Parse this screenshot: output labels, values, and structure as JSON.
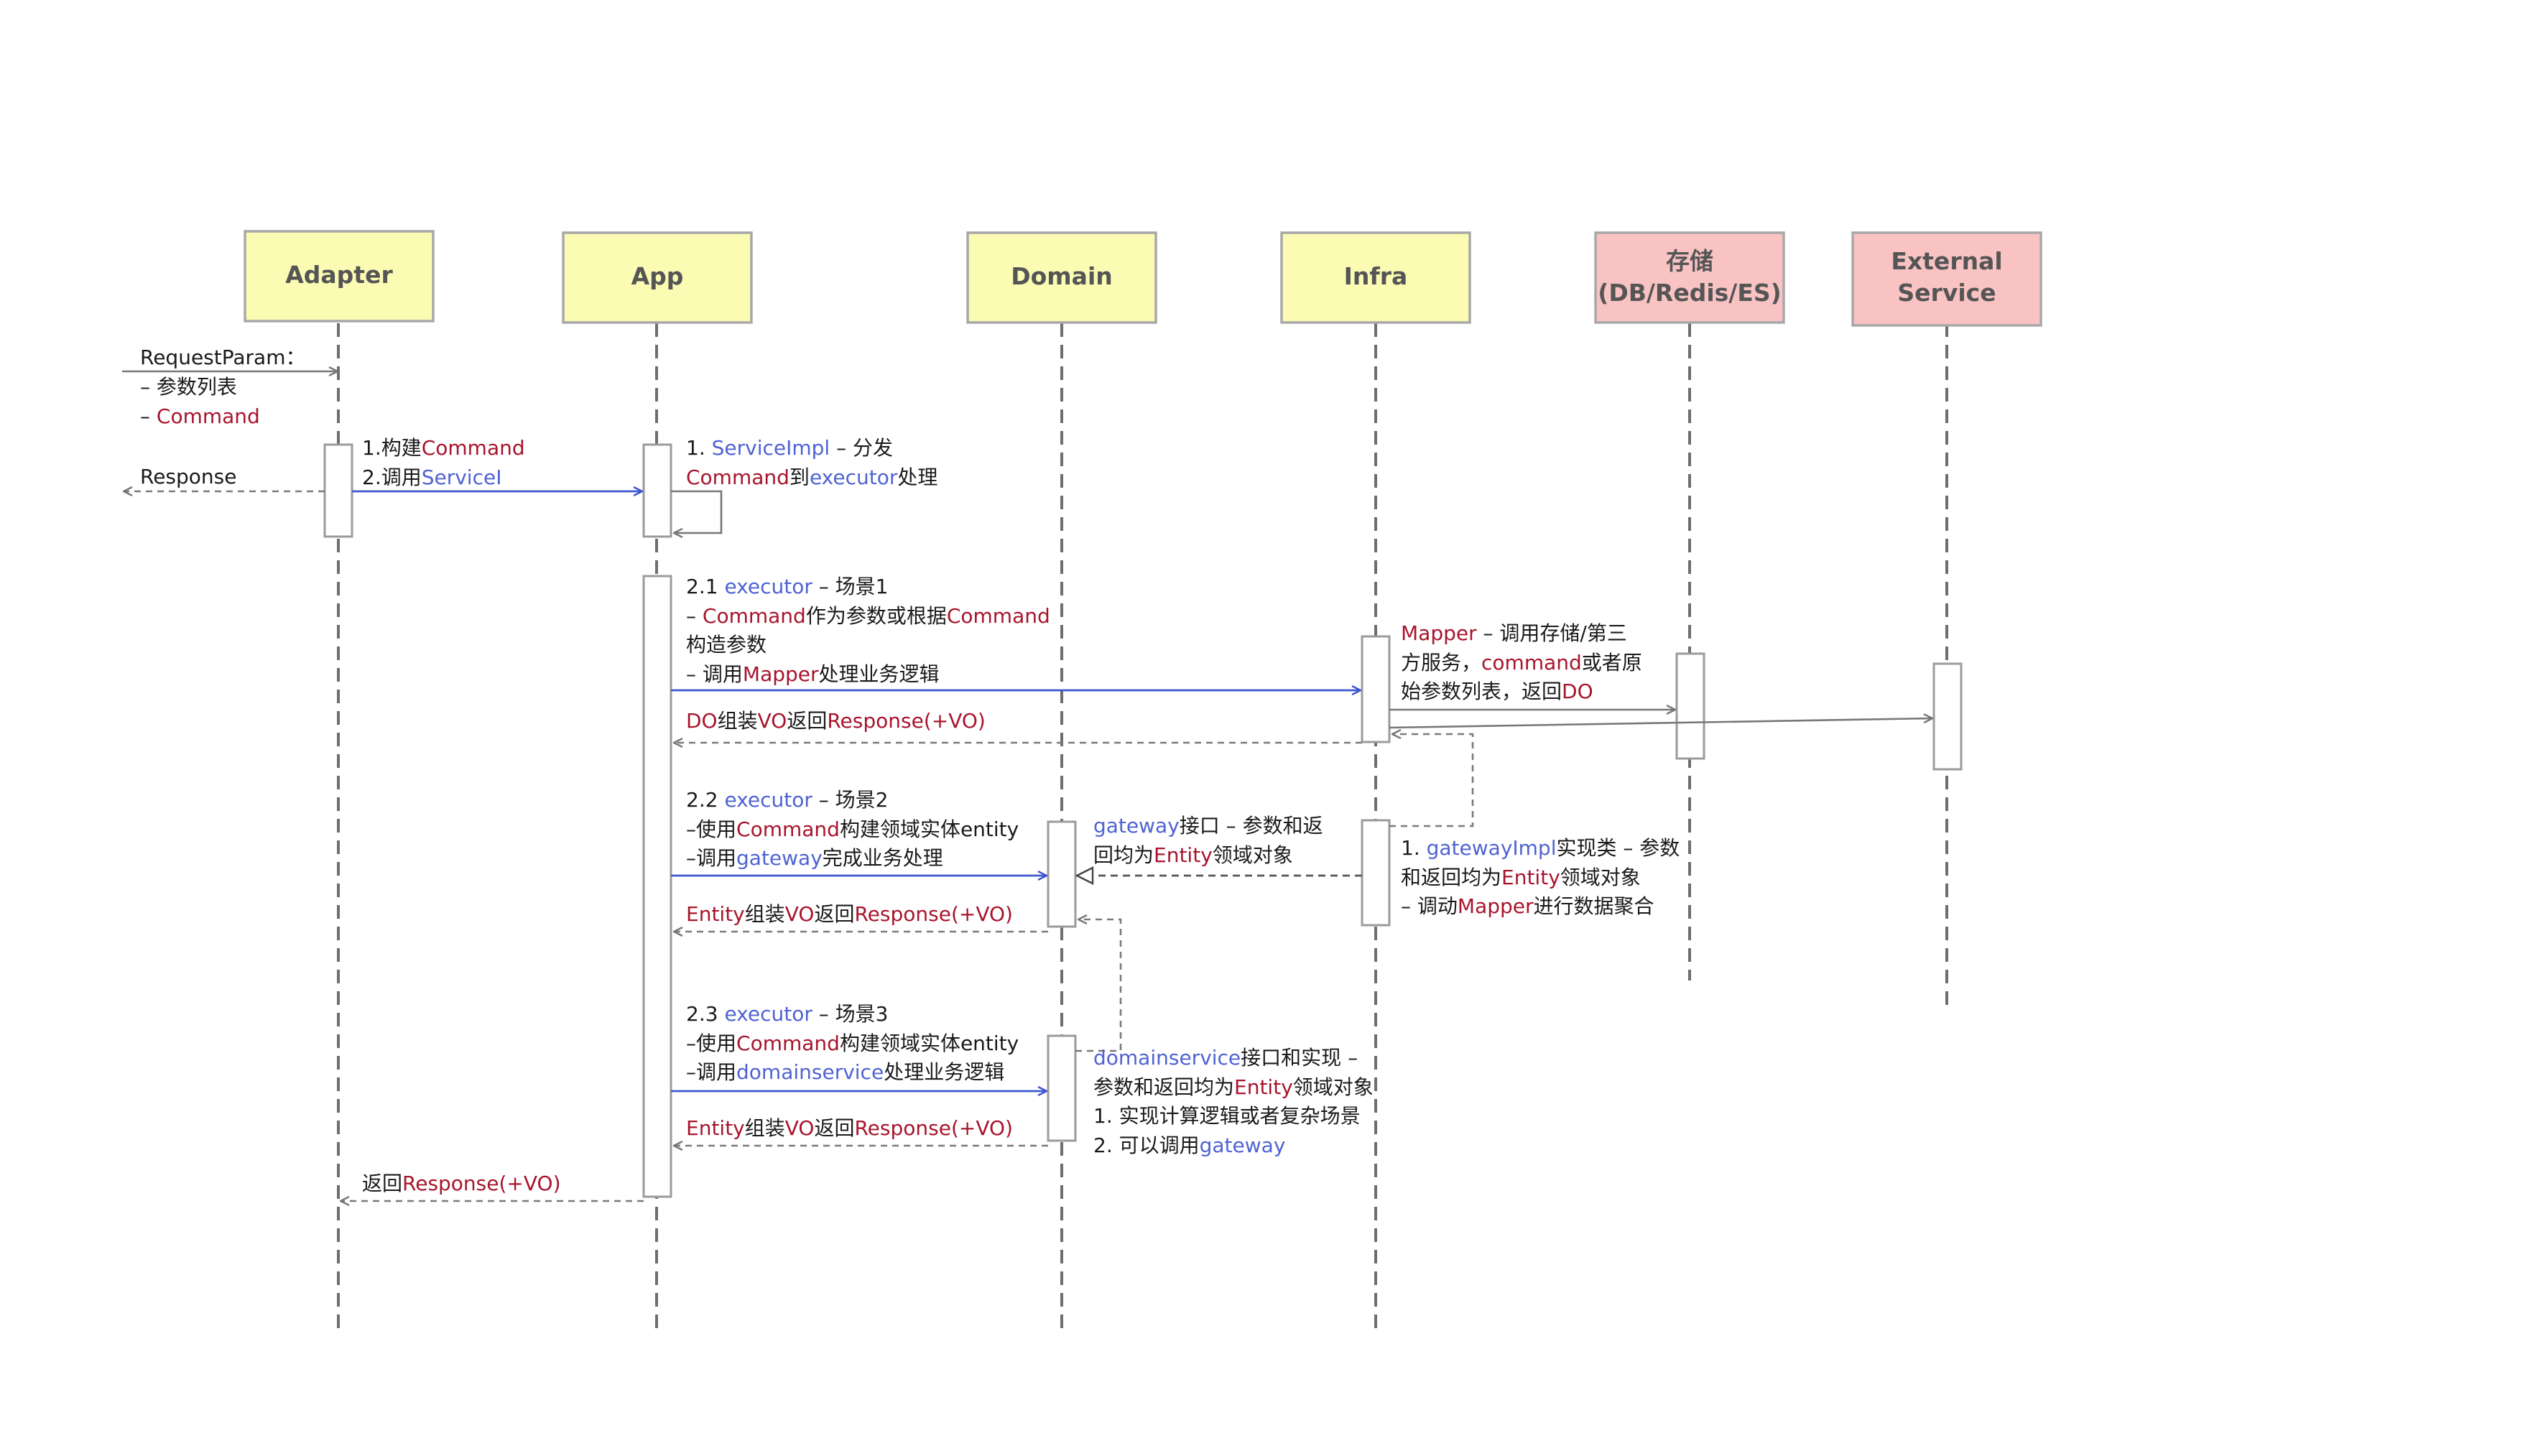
{
  "actors": {
    "adapter": "Adapter",
    "app": "App",
    "domain": "Domain",
    "infra": "Infra",
    "storage_line1": "存储",
    "storage_line2": "(DB/Redis/ES)",
    "external_line1": "External",
    "external_line2": "Service"
  },
  "messages": {
    "request": {
      "line1": "RequestParam：",
      "line2": "– 参数列表",
      "line3_prefix": "– ",
      "line3_term": "Command"
    },
    "response": "Response",
    "adapter_to_app": {
      "line1_prefix": "1.构建",
      "line1_term": "Command",
      "line2_prefix": "2.调用",
      "line2_term": "ServiceI"
    },
    "app_self": {
      "line1_prefix": "1. ",
      "line1_term": "ServiceImpl",
      "line1_suffix": " – 分发",
      "line2_term1": "Command",
      "line2_mid": "到",
      "line2_term2": "executor",
      "line2_suffix": "处理"
    },
    "scene1": {
      "line1_prefix": "2.1 ",
      "line1_term": "executor",
      "line1_suffix": " – 场景1",
      "line2_prefix": "– ",
      "line2_term1": "Command",
      "line2_mid": "作为参数或根据",
      "line2_term2": "Command",
      "line3": "构造参数",
      "line4_prefix": "– 调用",
      "line4_term": "Mapper",
      "line4_suffix": "处理业务逻辑"
    },
    "scene1_return": {
      "term1": "DO",
      "mid1": "组装",
      "term2": "VO",
      "mid2": "返回",
      "term3": "Response(+VO)"
    },
    "mapper_note": {
      "line1_term": "Mapper",
      "line1_suffix": " – 调用存储/第三",
      "line2_prefix": "方服务，",
      "line2_term": "command",
      "line2_suffix": "或者原",
      "line3_prefix": "始参数列表，返回",
      "line3_term": "DO"
    },
    "scene2": {
      "line1_prefix": "2.2 ",
      "line1_term": "executor",
      "line1_suffix": " – 场景2",
      "line2_prefix": "–使用",
      "line2_term": "Command",
      "line2_suffix": "构建领域实体entity",
      "line3_prefix": "–调用",
      "line3_term": "gateway",
      "line3_suffix": "完成业务处理"
    },
    "gateway_note": {
      "line1_term": "gateway",
      "line1_suffix": "接口 – 参数和返",
      "line2_prefix": "回均为",
      "line2_term": "Entity",
      "line2_suffix": "领域对象"
    },
    "gatewayimpl_note": {
      "line1_prefix": "1. ",
      "line1_term": "gatewayImpl",
      "line1_suffix": "实现类 – 参数",
      "line2_prefix": "和返回均为",
      "line2_term": "Entity",
      "line2_suffix": "领域对象",
      "line3_prefix": "– 调动",
      "line3_term": "Mapper",
      "line3_suffix": "进行数据聚合"
    },
    "scene2_return": {
      "term1": "Entity",
      "mid1": "组装",
      "term2": "VO",
      "mid2": "返回",
      "term3": "Response(+VO)"
    },
    "scene3": {
      "line1_prefix": "2.3 ",
      "line1_term": "executor",
      "line1_suffix": " – 场景3",
      "line2_prefix": "–使用",
      "line2_term": "Command",
      "line2_suffix": "构建领域实体entity",
      "line3_prefix": "–调用",
      "line3_term": "domainservice",
      "line3_suffix": "处理业务逻辑"
    },
    "domainservice_note": {
      "line1_term": "domainservice",
      "line1_suffix": "接口和实现 –",
      "line2_prefix": "参数和返回均为",
      "line2_term": "Entity",
      "line2_suffix": "领域对象",
      "line3": "1. 实现计算逻辑或者复杂场景",
      "line4_prefix": "2. 可以调用",
      "line4_term": "gateway"
    },
    "scene3_return": {
      "term1": "Entity",
      "mid1": "组装",
      "term2": "VO",
      "mid2": "返回",
      "term3": "Response(+VO)"
    },
    "final_return": {
      "prefix": "返回",
      "term": "Response(+VO)"
    }
  },
  "colors": {
    "actor_layer": "#fbfbb4",
    "actor_external": "#f9c3c3",
    "term_red": "#a8142c",
    "term_blue": "#4f63d2",
    "call_arrow": "#3d56cf"
  }
}
